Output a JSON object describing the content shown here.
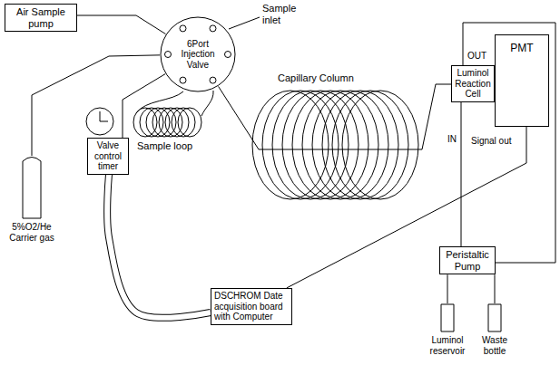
{
  "diagram": {
    "nodes": [
      {
        "text": [
          "Air Sample pump"
        ]
      },
      {
        "text": [
          "6Port Injection Valve"
        ]
      },
      {
        "text": [
          "Luminol Reaction Cell"
        ]
      },
      {
        "text": [
          "PMT"
        ]
      },
      {
        "text": [
          "Valve control timer"
        ]
      },
      {
        "text": [
          "5%O2/He Carrier gas"
        ]
      },
      {
        "text": [
          "DSCHROM Date acquisition board with Computer"
        ]
      },
      {
        "text": [
          "Peristaltic Pump"
        ]
      },
      {
        "text": [
          "Luminol reservoir"
        ]
      },
      {
        "text": [
          "Waste bottle"
        ]
      }
    ],
    "edges": [
      {
        "from": 0,
        "to": 1,
        "arrow": "none"
      },
      {
        "from": 4,
        "to": 1,
        "arrow": "none"
      },
      {
        "from": 5,
        "to": 1,
        "arrow": "none"
      },
      {
        "from": 1,
        "to": 2,
        "arrow": "none"
      },
      {
        "from": 6,
        "to": 4,
        "arrow": "none"
      },
      {
        "from": 3,
        "to": 6,
        "arrow": "none"
      },
      {
        "from": 7,
        "to": 2,
        "arrow": "none"
      },
      {
        "from": 8,
        "to": 7,
        "arrow": "none"
      },
      {
        "from": 7,
        "to": 9,
        "arrow": "none"
      },
      {
        "from": 2,
        "to": 7,
        "arrow": "none"
      }
    ],
    "labels": [
      "Sample inlet",
      "OUT",
      "Capillary Column",
      "IN",
      "Signal out",
      "Sample loop"
    ]
  }
}
